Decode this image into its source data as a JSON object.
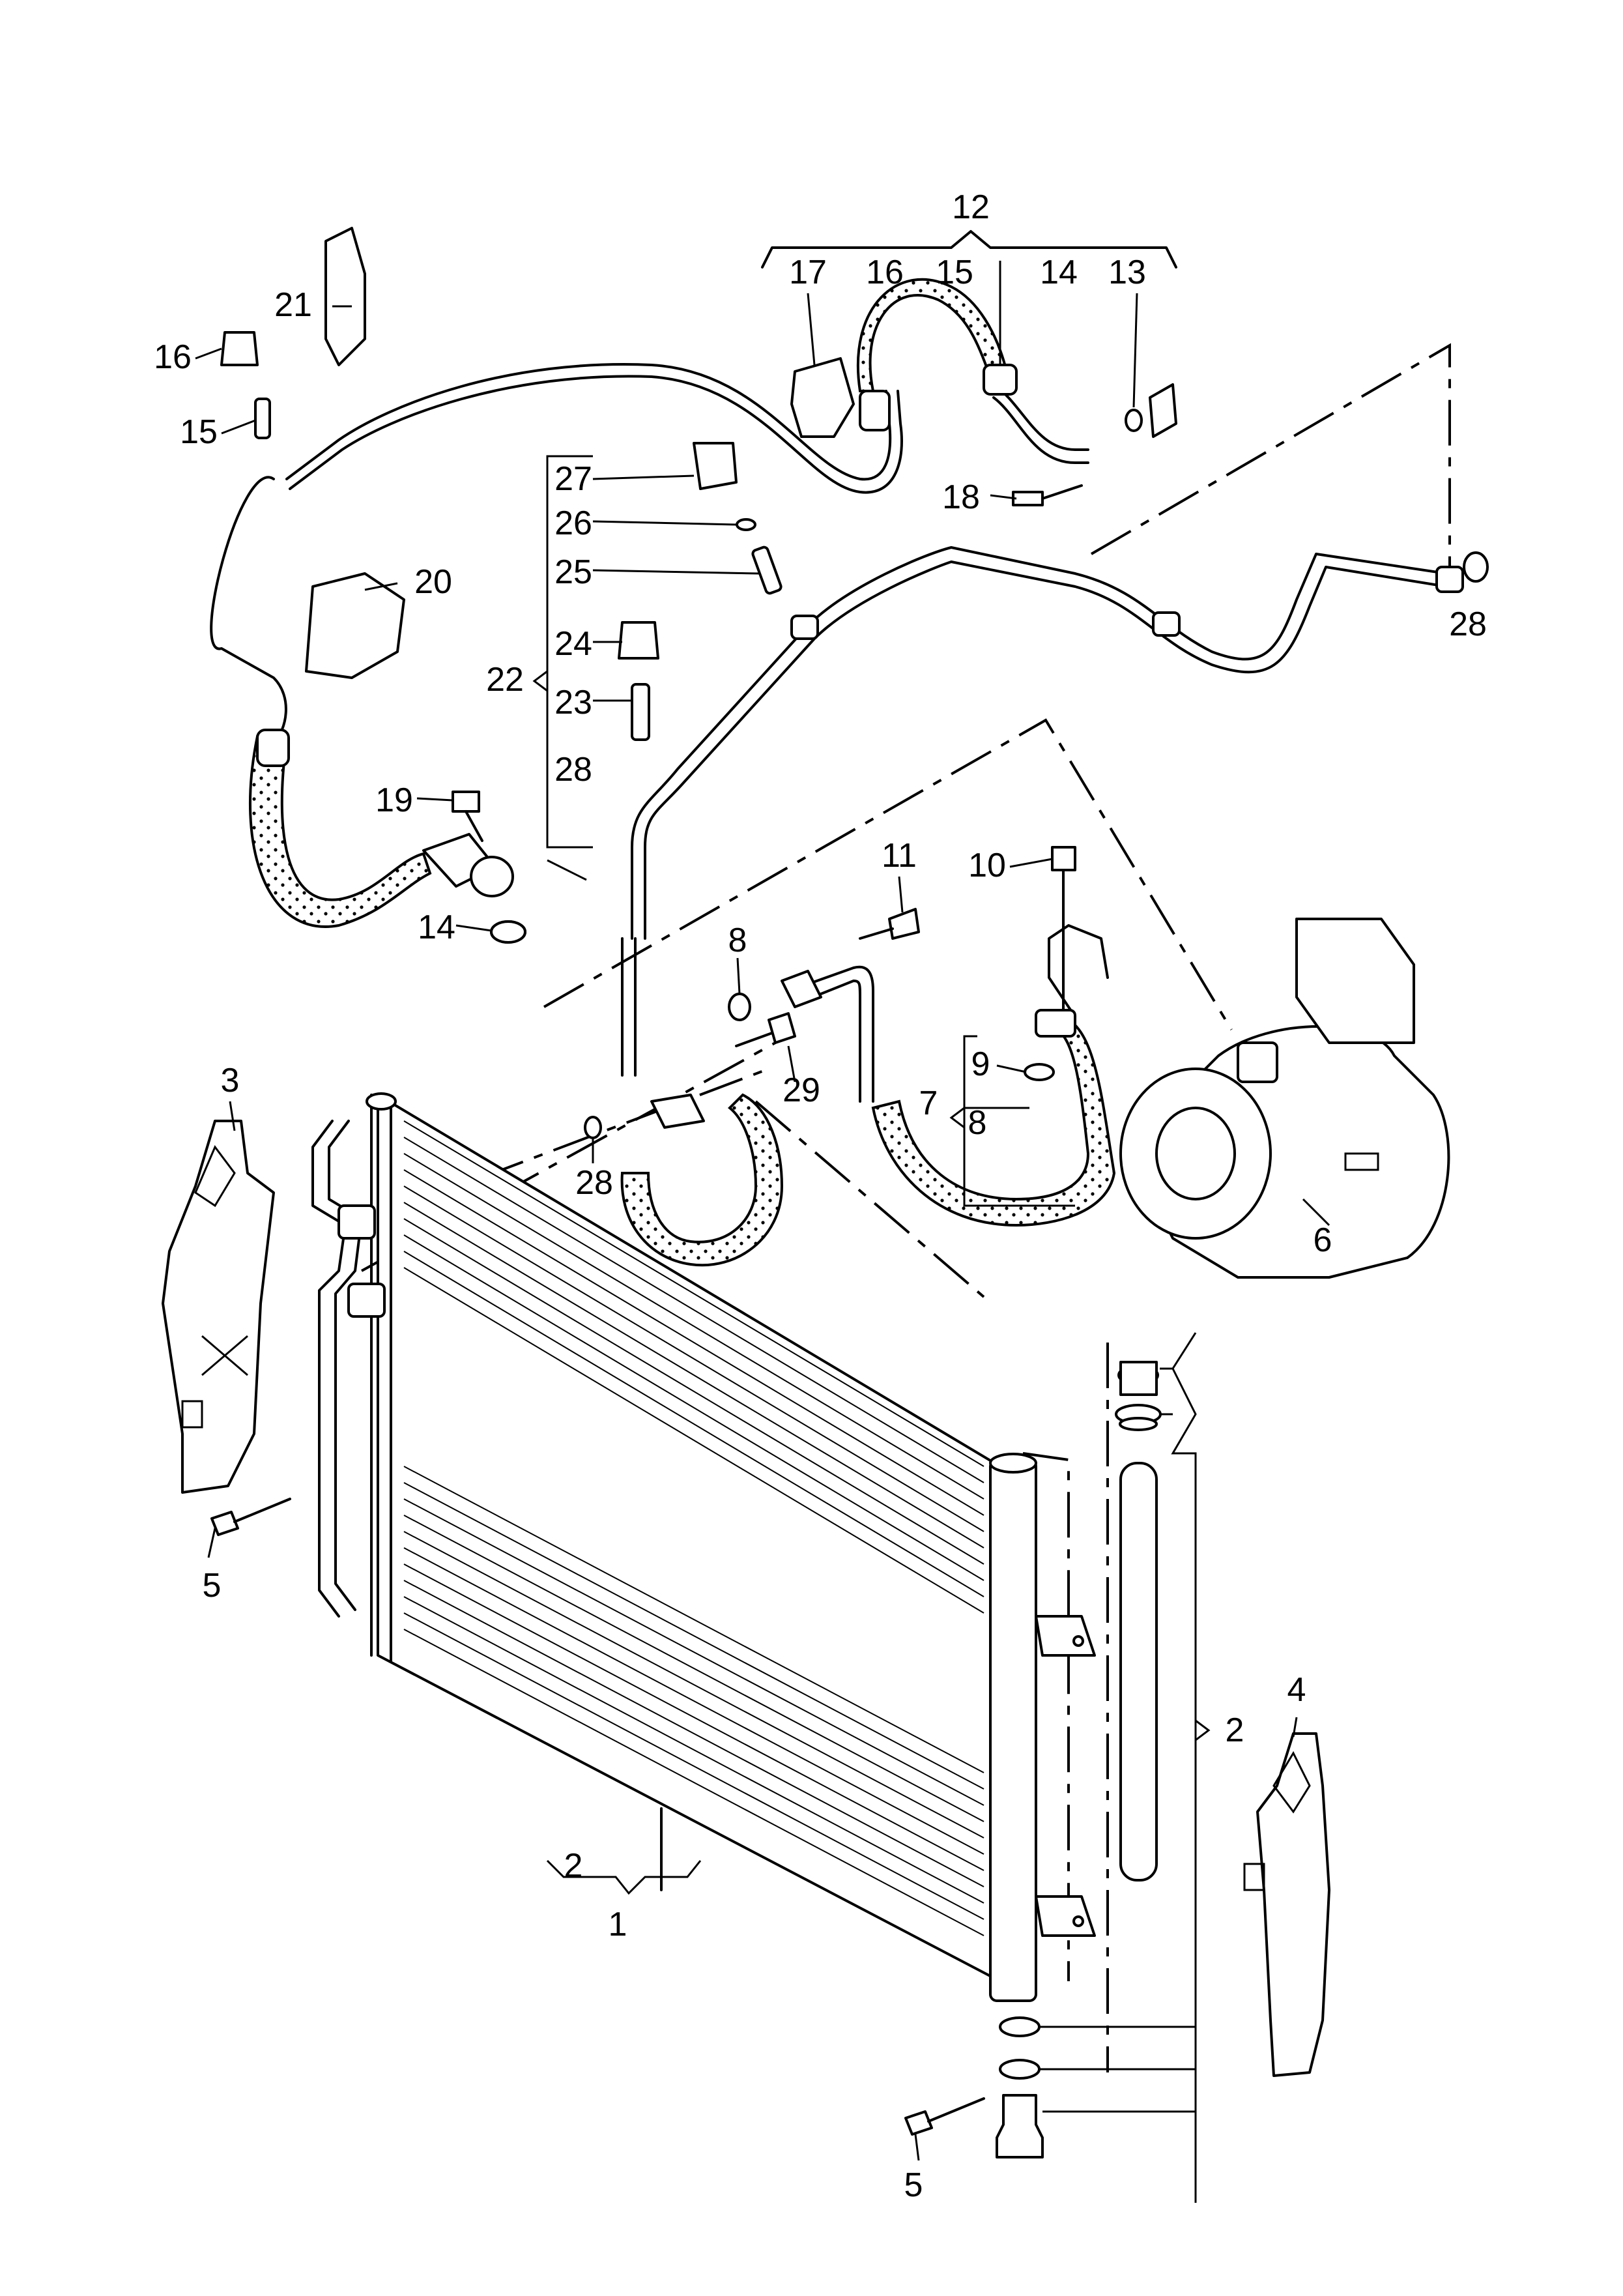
{
  "diagram": {
    "type": "exploded-parts-diagram",
    "line_color": "#000000",
    "background": "#ffffff"
  },
  "callouts": {
    "c1": "1",
    "c2_condenser": "2",
    "c2_dryer": "2",
    "c3": "3",
    "c4": "4",
    "c5_left": "5",
    "c5_bottom": "5",
    "c6": "6",
    "c7": "7",
    "c8_upper": "8",
    "c8_lower": "8",
    "c9": "9",
    "c10": "10",
    "c11": "11",
    "c12": "12",
    "c13": "13",
    "c14_top": "14",
    "c14_left": "14",
    "c15_top": "15",
    "c15_left": "15",
    "c16_top": "16",
    "c16_left": "16",
    "c17": "17",
    "c18": "18",
    "c19": "19",
    "c20": "20",
    "c21": "21",
    "c22": "22",
    "c23": "23",
    "c24": "24",
    "c25": "25",
    "c26": "26",
    "c27": "27",
    "c28_right": "28",
    "c28_group": "28",
    "c28_mid": "28",
    "c29": "29"
  }
}
